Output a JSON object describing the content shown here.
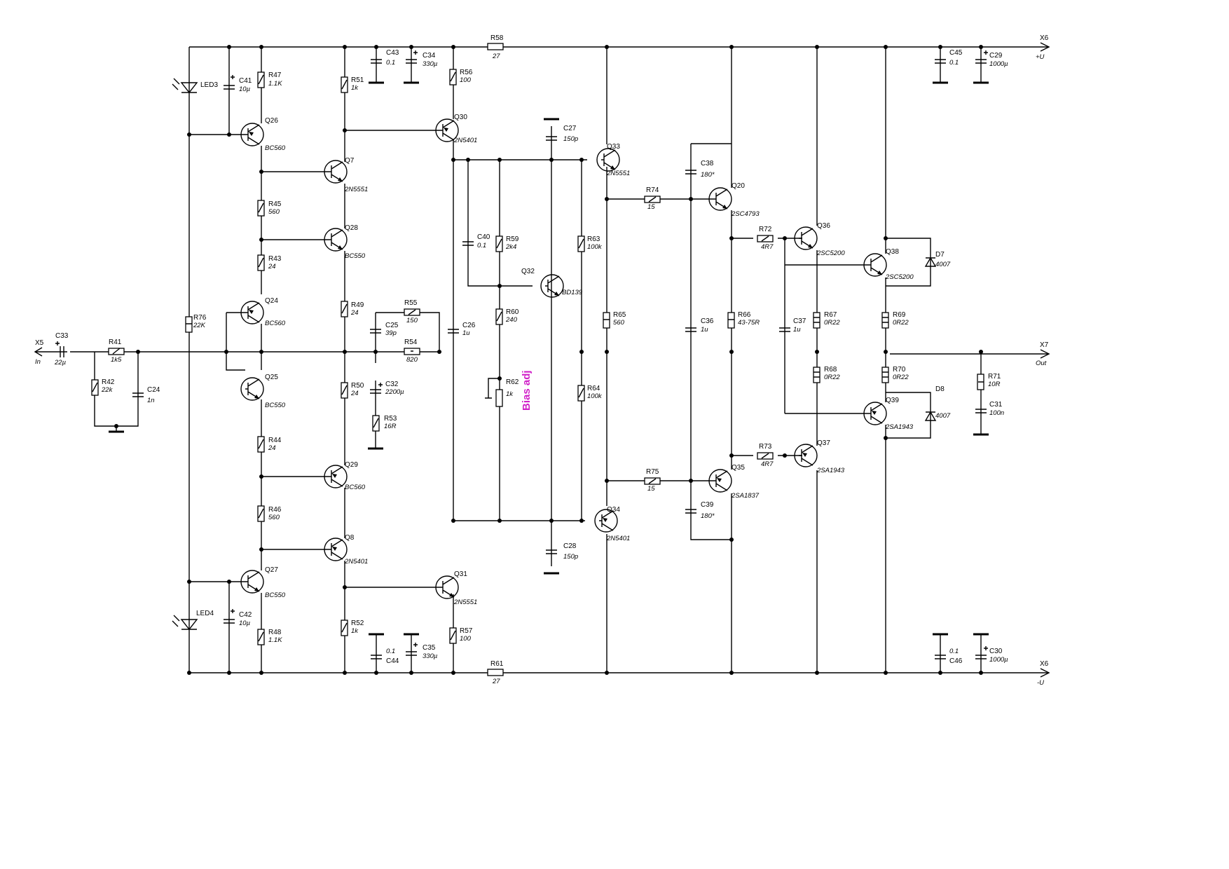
{
  "bias_label": "Bias adj",
  "connectors": {
    "x5_name": "X5",
    "x5_desc": "In",
    "x6_top_name": "X6",
    "x6_top_desc": "+U",
    "x6_bot_name": "X6",
    "x6_bot_desc": "-U",
    "x7_name": "X7",
    "x7_desc": "Out"
  },
  "resistors": [
    {
      "ref": "R41",
      "value": "1k5"
    },
    {
      "ref": "R42",
      "value": "22k"
    },
    {
      "ref": "R43",
      "value": "24"
    },
    {
      "ref": "R44",
      "value": "24"
    },
    {
      "ref": "R45",
      "value": "560"
    },
    {
      "ref": "R46",
      "value": "560"
    },
    {
      "ref": "R47",
      "value": "1.1K"
    },
    {
      "ref": "R48",
      "value": "1.1K"
    },
    {
      "ref": "R49",
      "value": "24"
    },
    {
      "ref": "R50",
      "value": "24"
    },
    {
      "ref": "R51",
      "value": "1k"
    },
    {
      "ref": "R52",
      "value": "1k"
    },
    {
      "ref": "R53",
      "value": "16R"
    },
    {
      "ref": "R54",
      "value": "820"
    },
    {
      "ref": "R55",
      "value": "150"
    },
    {
      "ref": "R56",
      "value": "100"
    },
    {
      "ref": "R57",
      "value": "100"
    },
    {
      "ref": "R58",
      "value": "27"
    },
    {
      "ref": "R59",
      "value": "2k4"
    },
    {
      "ref": "R60",
      "value": "240"
    },
    {
      "ref": "R61",
      "value": "27"
    },
    {
      "ref": "R62",
      "value": "1k"
    },
    {
      "ref": "R63",
      "value": "100k"
    },
    {
      "ref": "R64",
      "value": "100k"
    },
    {
      "ref": "R65",
      "value": "560"
    },
    {
      "ref": "R66",
      "value": "43-75R"
    },
    {
      "ref": "R67",
      "value": "0R22"
    },
    {
      "ref": "R68",
      "value": "0R22"
    },
    {
      "ref": "R69",
      "value": "0R22"
    },
    {
      "ref": "R70",
      "value": "0R22"
    },
    {
      "ref": "R71",
      "value": "10R"
    },
    {
      "ref": "R72",
      "value": "4R7"
    },
    {
      "ref": "R73",
      "value": "4R7"
    },
    {
      "ref": "R74",
      "value": "15"
    },
    {
      "ref": "R75",
      "value": "15"
    },
    {
      "ref": "R76",
      "value": "22K"
    }
  ],
  "capacitors": [
    {
      "ref": "C24",
      "value": "1n"
    },
    {
      "ref": "C25",
      "value": "39p"
    },
    {
      "ref": "C26",
      "value": "1u"
    },
    {
      "ref": "C27",
      "value": "150p"
    },
    {
      "ref": "C28",
      "value": "150p"
    },
    {
      "ref": "C29",
      "value": "1000µ"
    },
    {
      "ref": "C30",
      "value": "1000µ"
    },
    {
      "ref": "C31",
      "value": "100n"
    },
    {
      "ref": "C32",
      "value": "2200µ"
    },
    {
      "ref": "C33",
      "value": "22µ"
    },
    {
      "ref": "C34",
      "value": "330µ"
    },
    {
      "ref": "C35",
      "value": "330µ"
    },
    {
      "ref": "C36",
      "value": "1u"
    },
    {
      "ref": "C37",
      "value": "1u"
    },
    {
      "ref": "C38",
      "value": "180*"
    },
    {
      "ref": "C39",
      "value": "180*"
    },
    {
      "ref": "C40",
      "value": "0.1"
    },
    {
      "ref": "C41",
      "value": "10µ"
    },
    {
      "ref": "C42",
      "value": "10µ"
    },
    {
      "ref": "C43",
      "value": "0.1"
    },
    {
      "ref": "C44",
      "value": "0.1"
    },
    {
      "ref": "C45",
      "value": "0.1"
    },
    {
      "ref": "C46",
      "value": "0.1"
    }
  ],
  "transistors": [
    {
      "ref": "Q7",
      "part": "2N5551"
    },
    {
      "ref": "Q8",
      "part": "2N5401"
    },
    {
      "ref": "Q24",
      "part": "BC560"
    },
    {
      "ref": "Q25",
      "part": "BC550"
    },
    {
      "ref": "Q26",
      "part": "BC560"
    },
    {
      "ref": "Q27",
      "part": "BC550"
    },
    {
      "ref": "Q28",
      "part": "BC550"
    },
    {
      "ref": "Q29",
      "part": "BC560"
    },
    {
      "ref": "Q30",
      "part": "2N5401"
    },
    {
      "ref": "Q31",
      "part": "2N5551"
    },
    {
      "ref": "Q32",
      "part": "BD139"
    },
    {
      "ref": "Q33",
      "part": "2N5551"
    },
    {
      "ref": "Q34",
      "part": "2N5401"
    },
    {
      "ref": "Q20",
      "part": "2SC4793"
    },
    {
      "ref": "Q35",
      "part": "2SA1837"
    },
    {
      "ref": "Q36",
      "part": "2SC5200"
    },
    {
      "ref": "Q37",
      "part": "2SA1943"
    },
    {
      "ref": "Q38",
      "part": "2SC5200"
    },
    {
      "ref": "Q39",
      "part": "2SA1943"
    }
  ],
  "diodes": [
    {
      "ref": "D7",
      "part": "4007"
    },
    {
      "ref": "D8",
      "part": "4007"
    },
    {
      "ref": "LED3",
      "part": ""
    },
    {
      "ref": "LED4",
      "part": ""
    }
  ]
}
